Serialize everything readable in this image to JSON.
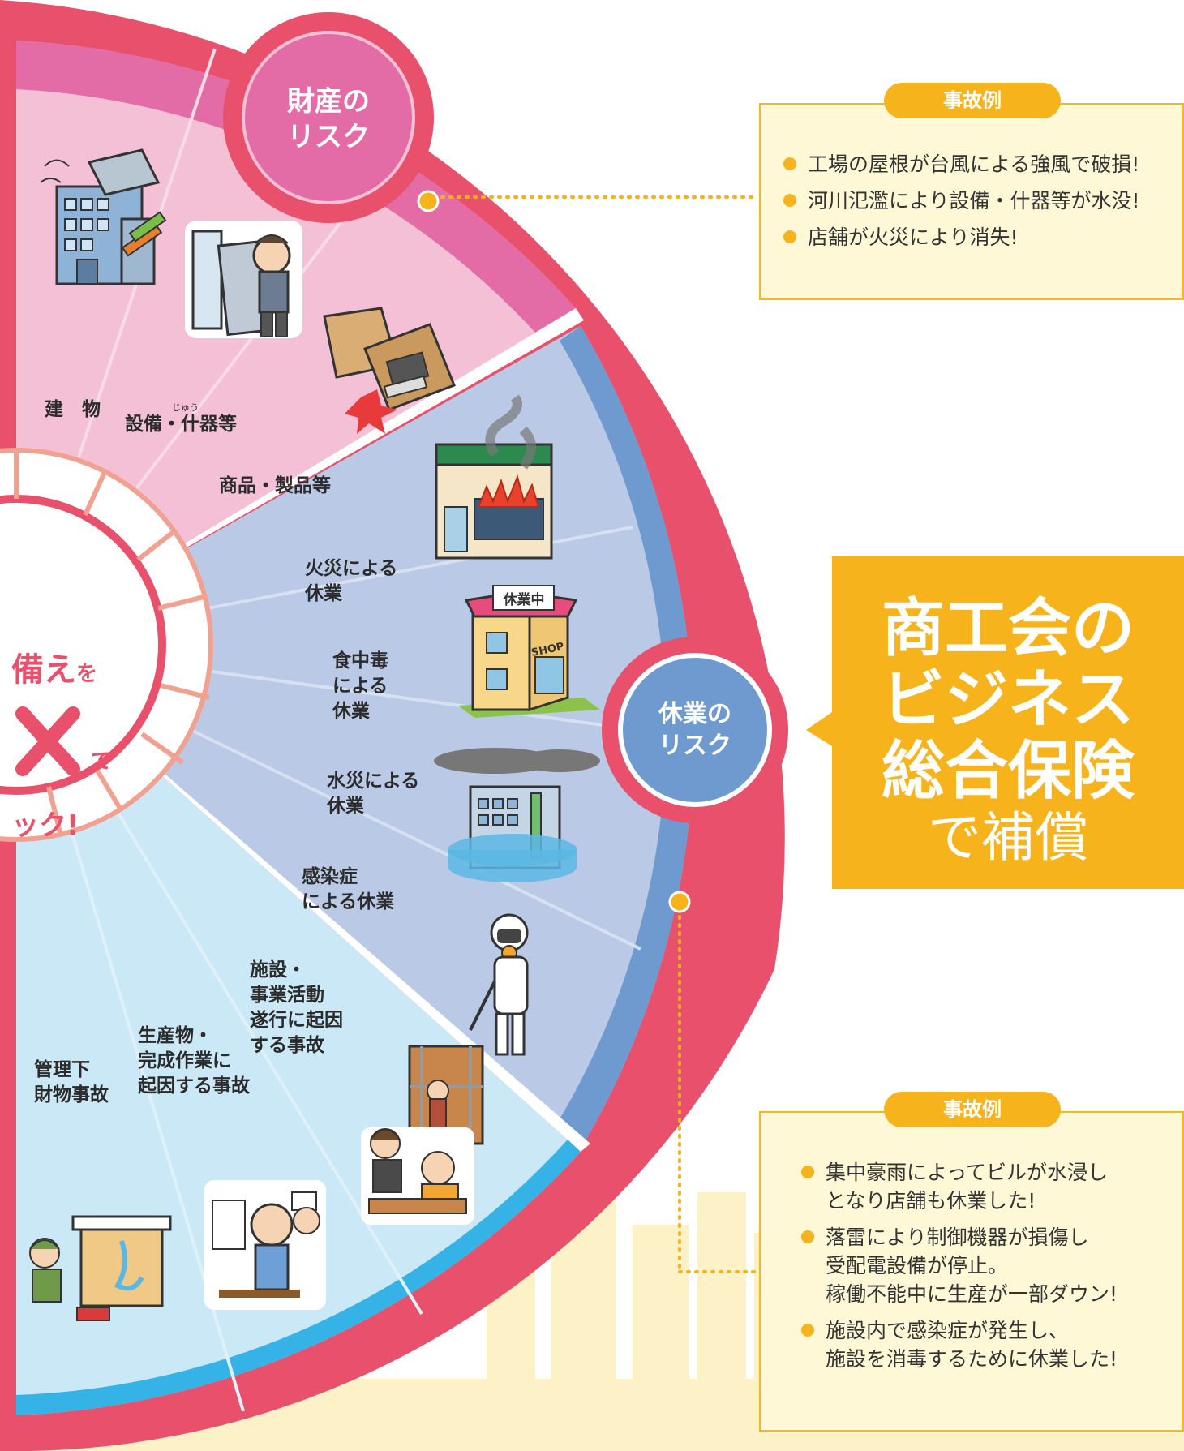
{
  "colors": {
    "property_risk": "#e46ca6",
    "business_risk": "#6f9ad0",
    "liability_risk": "#35b3e6",
    "outer_ring": "#e8506b",
    "accent": "#f7b31b"
  },
  "property_risk": {
    "circle_label_line1": "財産の",
    "circle_label_line2": "リスク",
    "items": {
      "building": "建　物",
      "equipment": "設備・什器等",
      "equipment_ruby": "じゅう",
      "goods": "商品・製品等"
    }
  },
  "business_risk": {
    "circle_label_line1": "休業の",
    "circle_label_line2": "リスク",
    "items": {
      "fire": [
        "火災による",
        "休業"
      ],
      "food_poisoning": [
        "食中毒",
        "による",
        "休業"
      ],
      "flood": [
        "水災による",
        "休業"
      ],
      "infection": [
        "感染症",
        "による休業"
      ]
    },
    "sign_text": "休業中",
    "shop_text": "SHOP"
  },
  "liability_risk": {
    "items": {
      "facility": [
        "施設・",
        "事業活動",
        "遂行に起因",
        "する事故"
      ],
      "product": [
        "生産物・",
        "完成作業に",
        "起因する事故"
      ],
      "custody": [
        "管理下",
        "財物事故"
      ]
    }
  },
  "slogan": {
    "line1a": "備え",
    "line1b": "を",
    "line2b": "で",
    "line3": "ック!"
  },
  "accident_box_1": {
    "title": "事故例",
    "items": [
      "工場の屋根が台風による強風で破損!",
      "河川氾濫により設備・什器等が水没!",
      "店舗が火災により消失!"
    ]
  },
  "accident_box_2": {
    "title": "事故例",
    "items": [
      [
        "集中豪雨によってビルが水浸し",
        "となり店舗も休業した!"
      ],
      [
        "落雷により制御機器が損傷し",
        "受配電設備が停止。",
        "稼働不能中に生産が一部ダウン!"
      ],
      [
        "施設内で感染症が発生し、",
        "施設を消毒するために休業した!"
      ]
    ]
  },
  "banner": {
    "line1": "商工会の",
    "line2": "ビジネス",
    "line3": "総合保険",
    "line4": "で補償"
  }
}
